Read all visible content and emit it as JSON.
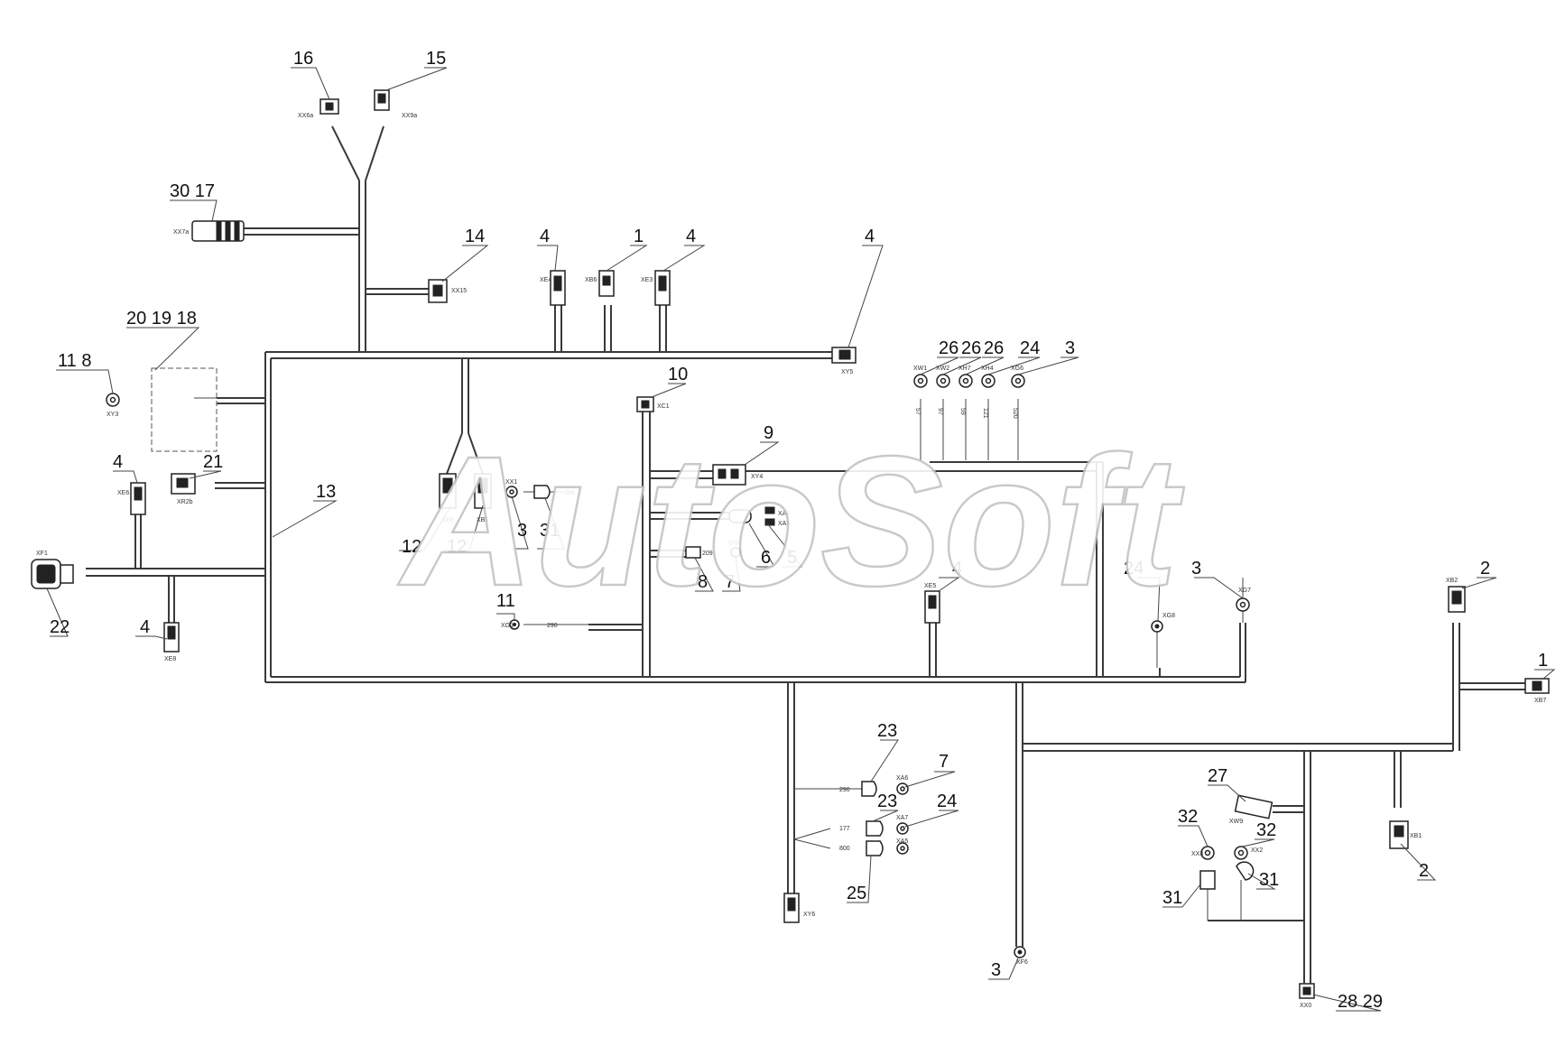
{
  "watermark": "AutoSoft",
  "callouts": [
    {
      "id": "c16",
      "text": "16"
    },
    {
      "id": "c15",
      "text": "15"
    },
    {
      "id": "c3017",
      "text": "30 17"
    },
    {
      "id": "c14",
      "text": "14"
    },
    {
      "id": "c4a",
      "text": "4"
    },
    {
      "id": "c1a",
      "text": "1"
    },
    {
      "id": "c4b",
      "text": "4"
    },
    {
      "id": "c4c",
      "text": "4"
    },
    {
      "id": "c201918",
      "text": "20 19 18"
    },
    {
      "id": "c118",
      "text": "11 8"
    },
    {
      "id": "c26a",
      "text": "26"
    },
    {
      "id": "c26b",
      "text": "26"
    },
    {
      "id": "c26c",
      "text": "26"
    },
    {
      "id": "c24a",
      "text": "24"
    },
    {
      "id": "c3a",
      "text": "3"
    },
    {
      "id": "c10",
      "text": "10"
    },
    {
      "id": "c9",
      "text": "9"
    },
    {
      "id": "c4d",
      "text": "4"
    },
    {
      "id": "c21",
      "text": "21"
    },
    {
      "id": "c13",
      "text": "13"
    },
    {
      "id": "c12a",
      "text": "12"
    },
    {
      "id": "c12b",
      "text": "12"
    },
    {
      "id": "c3b",
      "text": "3"
    },
    {
      "id": "c31a",
      "text": "31"
    },
    {
      "id": "c6",
      "text": "6"
    },
    {
      "id": "c5",
      "text": "5"
    },
    {
      "id": "c8",
      "text": "8"
    },
    {
      "id": "c7a",
      "text": "7"
    },
    {
      "id": "c22",
      "text": "22"
    },
    {
      "id": "c4e",
      "text": "4"
    },
    {
      "id": "c11",
      "text": "11"
    },
    {
      "id": "c4f",
      "text": "4"
    },
    {
      "id": "c24b",
      "text": "24"
    },
    {
      "id": "c3c",
      "text": "3"
    },
    {
      "id": "c2a",
      "text": "2"
    },
    {
      "id": "c1b",
      "text": "1"
    },
    {
      "id": "c23a",
      "text": "23"
    },
    {
      "id": "c7b",
      "text": "7"
    },
    {
      "id": "c23b",
      "text": "23"
    },
    {
      "id": "c24c",
      "text": "24"
    },
    {
      "id": "c25",
      "text": "25"
    },
    {
      "id": "c27",
      "text": "27"
    },
    {
      "id": "c32a",
      "text": "32"
    },
    {
      "id": "c32b",
      "text": "32"
    },
    {
      "id": "c31b",
      "text": "31"
    },
    {
      "id": "c31c",
      "text": "31"
    },
    {
      "id": "c2b",
      "text": "2"
    },
    {
      "id": "c3d",
      "text": "3"
    },
    {
      "id": "c2829",
      "text": "28 29"
    }
  ],
  "tags": {
    "t16": "XX6a",
    "t15": "XX9a",
    "t17": "XX7a",
    "t14": "XX15",
    "t4a": "XE4",
    "t1a": "XB6",
    "t4b": "XE3",
    "t4c": "XY5",
    "t118": "XY3",
    "tw1": "XW1",
    "tw2": "XW2",
    "tw3": "XH7",
    "tw4": "XH4",
    "tw5": "XG6",
    "t10": "XC1",
    "t9": "XY4",
    "tE6": "XE6",
    "t21": "XR2b",
    "tB8": "XB8",
    "tB9": "XB9",
    "tXX1": "XX1",
    "tA8": "XA8",
    "tA9": "XA9",
    "tF8": "XF8",
    "tF1": "XF1",
    "tE8": "XE8",
    "tG1": "XG1",
    "tE5": "XE5",
    "tG8": "XG8",
    "tG7": "XG7",
    "tB2": "XB2",
    "tB7": "XB7",
    "tA6": "XA6",
    "tA7": "XA7",
    "tA5": "XA5",
    "tY6": "XY6",
    "tW9": "XW9",
    "tX3": "XX3",
    "tX2": "XX2",
    "tB1": "XB1",
    "tF6": "XF6",
    "tX0": "XX0"
  },
  "wire_marks": {
    "m1": "290",
    "m2": "177",
    "m3": "800",
    "m4": "290",
    "m5": "488",
    "m6": "209",
    "m7": "57",
    "m8": "97",
    "m9": "59",
    "m10": "121",
    "m11": "520"
  }
}
